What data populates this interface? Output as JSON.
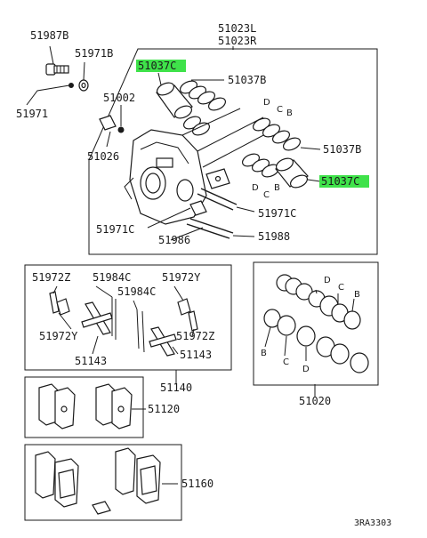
{
  "highlight_color": "#3fe24a",
  "labels": {
    "p51987b": "51987B",
    "p51971b": "51971B",
    "p51971": "51971",
    "p51023l": "51023L",
    "p51023r": "51023R",
    "p51037c_top": "51037C",
    "p51037b_top": "51037B",
    "p51002": "51002",
    "p51026": "51026",
    "p51037b_right": "51037B",
    "p51037c_right": "51037C",
    "p51971c_right": "51971C",
    "p51971c_left": "51971C",
    "p51986": "51986",
    "p51988": "51988",
    "p51972z_a": "51972Z",
    "p51984c_a": "51984C",
    "p51972y_a": "51972Y",
    "p51984c_b": "51984C",
    "p51972y_b": "51972Y",
    "p51972z_b": "51972Z",
    "p51143_a": "51143",
    "p51143_b": "51143",
    "p51140": "51140",
    "p51020": "51020",
    "p51120": "51120",
    "p51160": "51160"
  },
  "seal_letters": {
    "d1": "D",
    "c1": "C",
    "b1": "B",
    "d2": "D",
    "c2": "C",
    "b2": "B",
    "d3": "D",
    "c3": "C",
    "b3": "B",
    "b4": "B",
    "c4": "C",
    "d4": "D"
  },
  "diagram_ref": "3RA3303"
}
